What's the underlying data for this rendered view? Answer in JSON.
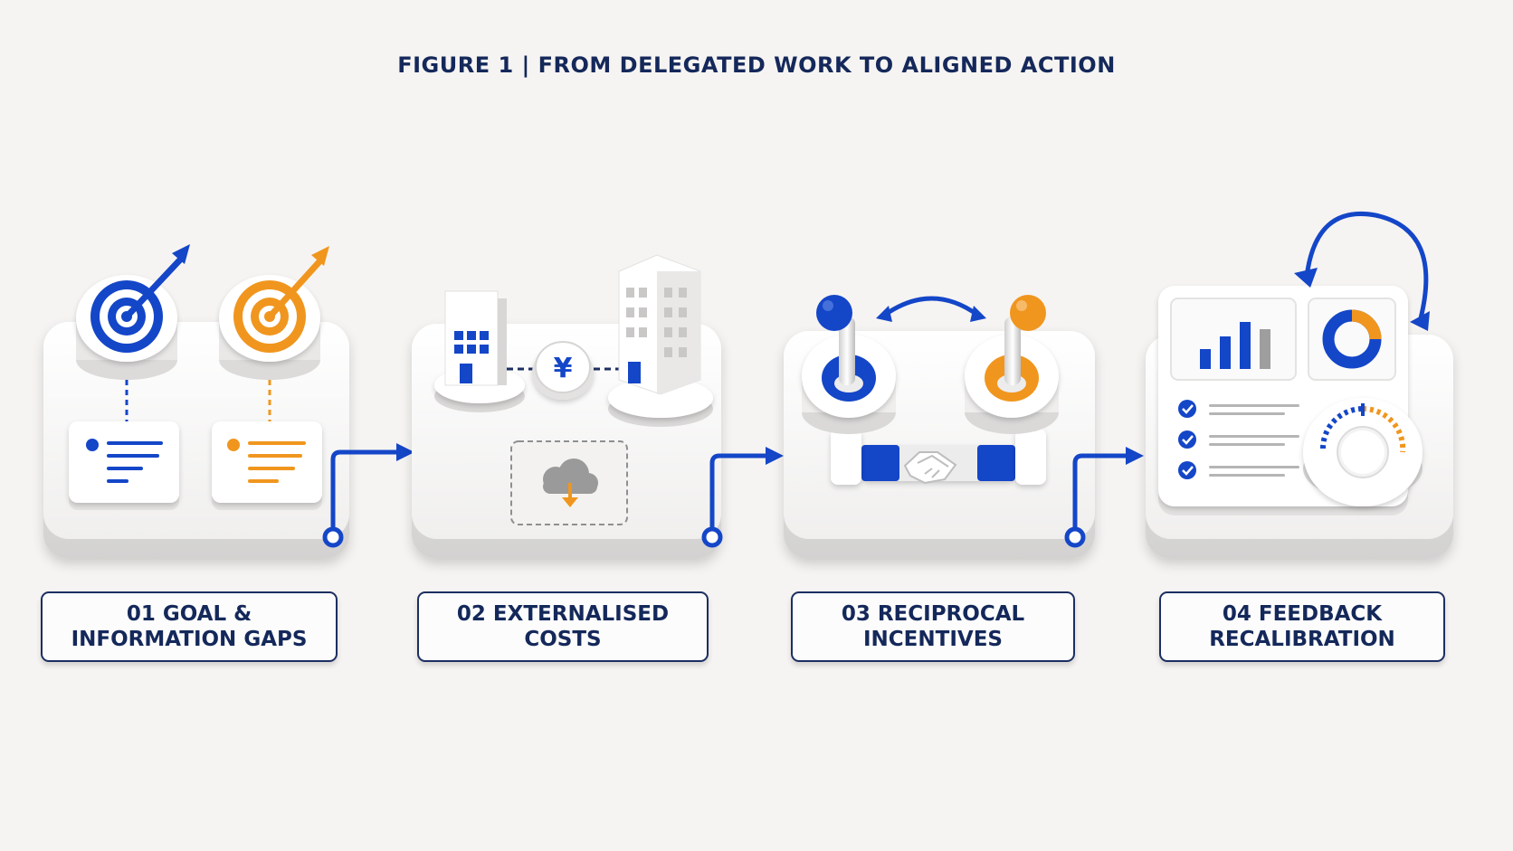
{
  "figure": {
    "title": "FIGURE 1 | FROM DELEGATED WORK TO ALIGNED ACTION"
  },
  "stages": [
    {
      "label_line1": "01 GOAL &",
      "label_line2": "INFORMATION GAPS"
    },
    {
      "label_line1": "02 EXTERNALISED COSTS"
    },
    {
      "label_line1": "03 RECIPROCAL INCENTIVES"
    },
    {
      "label_line1": "04 FEEDBACK RECALIBRATION"
    }
  ],
  "glyphs": {
    "currency": "¥"
  },
  "colors": {
    "blue": "#1446c8",
    "orange": "#f0961e",
    "navy": "#14285a",
    "background": "#f6f4f2",
    "platform": "#fbfbfb"
  }
}
